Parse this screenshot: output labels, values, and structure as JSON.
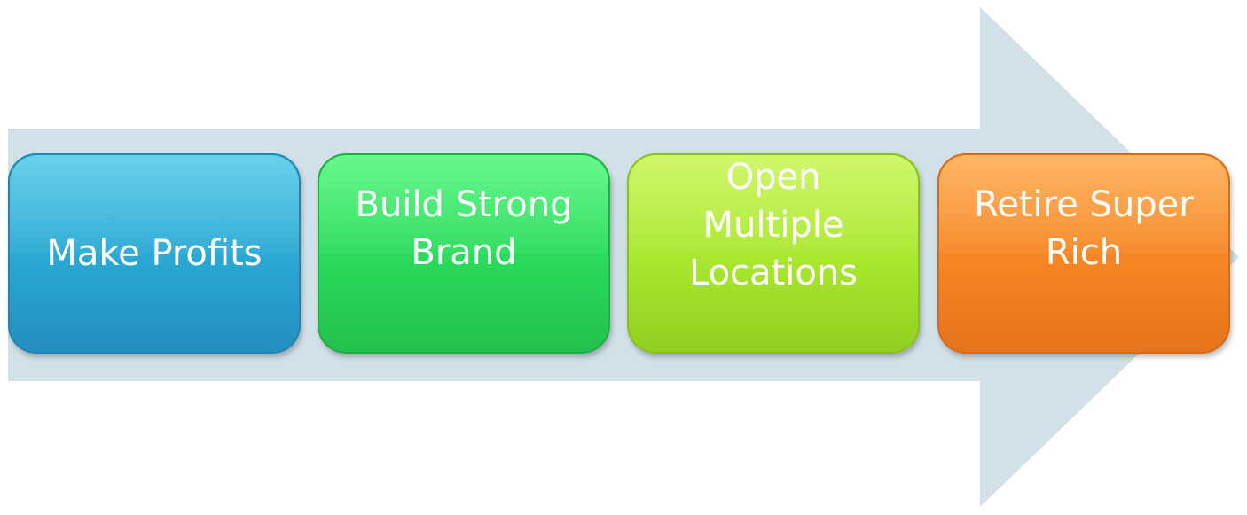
{
  "diagram": {
    "arrow_color": "#d2e1e9",
    "steps": [
      {
        "label": "Make Profits",
        "color": "#2aa6d2"
      },
      {
        "label": "Build Strong\nBrand",
        "color": "#2ad95b"
      },
      {
        "label": "Open\nMultiple\nLocations",
        "color": "#a8e62e"
      },
      {
        "label": "Retire Super\nRich",
        "color": "#f58524"
      }
    ]
  }
}
